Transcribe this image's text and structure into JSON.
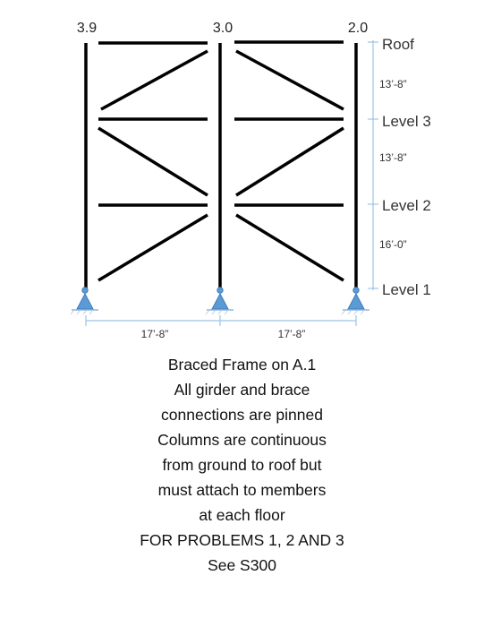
{
  "columns": [
    {
      "label": "3.9"
    },
    {
      "label": "3.0"
    },
    {
      "label": "2.0"
    }
  ],
  "levels": [
    {
      "name": "Roof"
    },
    {
      "name": "Level 3"
    },
    {
      "name": "Level 2"
    },
    {
      "name": "Level 1"
    }
  ],
  "story_heights": [
    "13’-8”",
    "13’-8”",
    "16’-0”"
  ],
  "bay_widths": [
    "17’-8”",
    "17’-8”"
  ],
  "notes": [
    "Braced Frame on A.1",
    "All girder and brace",
    "connections are pinned",
    "Columns are continuous",
    "from ground to roof but",
    "must attach to members",
    "at each floor",
    "FOR PROBLEMS 1, 2 AND 3",
    "See S300"
  ],
  "colors": {
    "members": "#000000",
    "dimension_lines": "#9dc3e6",
    "support": "#5b9bd5"
  }
}
